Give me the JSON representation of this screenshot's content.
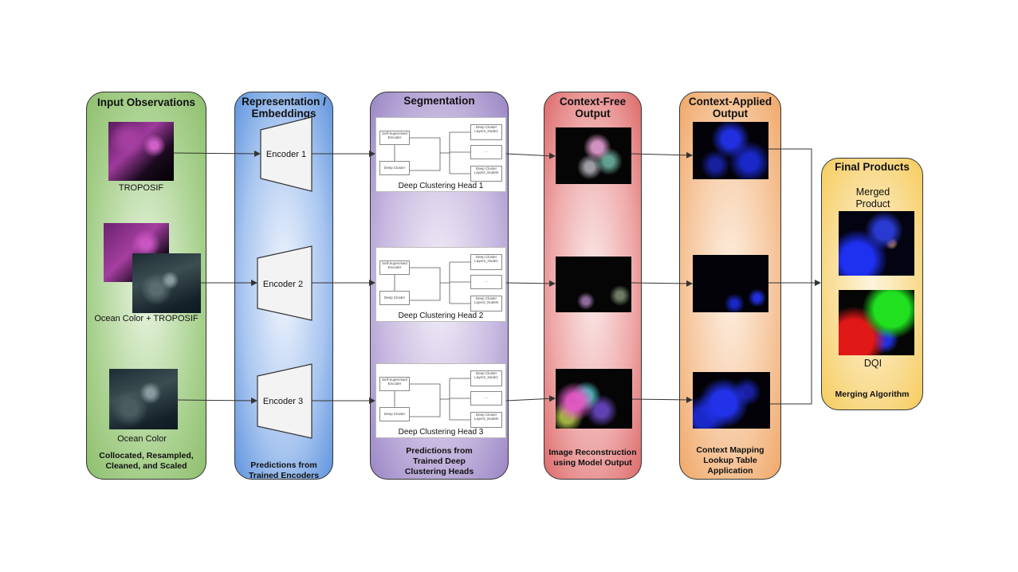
{
  "columns": {
    "input": {
      "title": "Input Observations",
      "footer": [
        "Collocated, Resampled,",
        "Cleaned, and Scaled"
      ],
      "color": "#8fbf6e"
    },
    "representation": {
      "title": [
        "Representation /",
        "Embeddings"
      ],
      "footer": [
        "Predictions from",
        "Trained Encoders"
      ],
      "color": "#5f94dd"
    },
    "segmentation": {
      "title": "Segmentation",
      "footer": [
        "Predictions from",
        "Trained Deep",
        "Clustering Heads"
      ],
      "color": "#9a86c4"
    },
    "context_free": {
      "title": [
        "Context-Free",
        "Output"
      ],
      "footer": [
        "Image Reconstruction",
        "using Model Output"
      ],
      "color": "#dd6a6a"
    },
    "context_applied": {
      "title": [
        "Context-Applied",
        "Output"
      ],
      "footer": [
        "Context Mapping",
        "Lookup Table",
        "Application"
      ],
      "color": "#f0a868"
    },
    "final": {
      "title": "Final Products",
      "footer": "Merging Algorithm",
      "color": "#f6cc5e"
    }
  },
  "inputs": [
    "TROPOSIF",
    "Ocean Color + TROPOSIF",
    "Ocean Color"
  ],
  "encoders": [
    "Encoder 1",
    "Encoder 2",
    "Encoder 3"
  ],
  "clustering": {
    "encoder_box": [
      "Self-Supervised",
      "Encoder"
    ],
    "cluster_box": "Deep Cluster",
    "node1": [
      "Deep Cluster",
      "Layer2_Node1"
    ],
    "ellipsis": "...",
    "nodeN": [
      "Deep Cluster",
      "Layer2_NodeN"
    ],
    "heads": [
      "Deep Clustering Head 1",
      "Deep Clustering Head 2",
      "Deep Clustering Head 3"
    ]
  },
  "final_products": {
    "merged": [
      "Merged",
      "Product"
    ],
    "dqi": "DQI"
  }
}
